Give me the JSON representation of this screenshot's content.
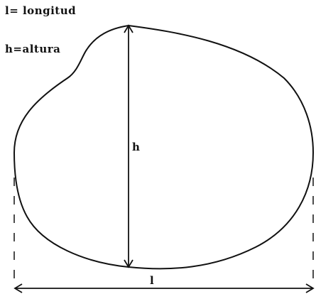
{
  "legend": {
    "longitud": "l= longitud",
    "altura": "h=altura"
  },
  "dimension_labels": {
    "height": "h",
    "length": "l"
  },
  "colors": {
    "ink": "#111111",
    "background": "#ffffff"
  }
}
